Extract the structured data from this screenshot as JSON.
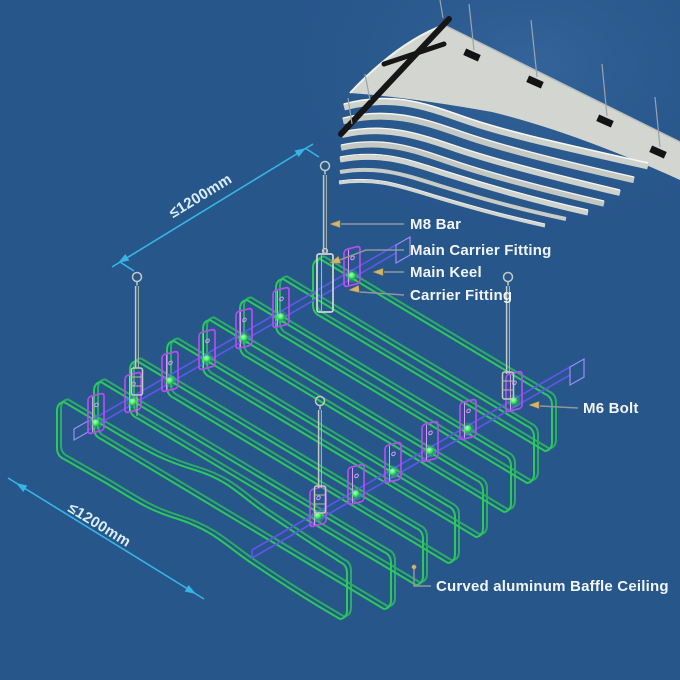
{
  "page": {
    "background_color": "#27568b"
  },
  "labels": {
    "m8_bar": "M8 Bar",
    "main_carrier_fitting": "Main Carrier Fitting",
    "main_keel": "Main Keel",
    "carrier_fitting": "Carrier Fitting",
    "m6_bolt": "M6 Bolt",
    "baffle_ceiling": "Curved aluminum Baffle Ceiling"
  },
  "dimensions": {
    "top": "≤1200mm",
    "bottom": "≤1200mm"
  },
  "colors": {
    "background": "#27568b",
    "baffle_green": "#2bc95a",
    "baffle_green_light": "#8df0b0",
    "keel_violet": "#5f55e8",
    "fitting_magenta": "#b44df0",
    "bolt_green": "#49f56e",
    "rod_gray": "#c3cbc0",
    "dimension_cyan": "#36b5e4",
    "label_text": "#f2f5f7",
    "leader_gray": "#8f979e",
    "leader_arrow_tan": "#d3b56c",
    "blade_silver": "#d2d5d0",
    "carrier_bar_black": "#161616"
  }
}
